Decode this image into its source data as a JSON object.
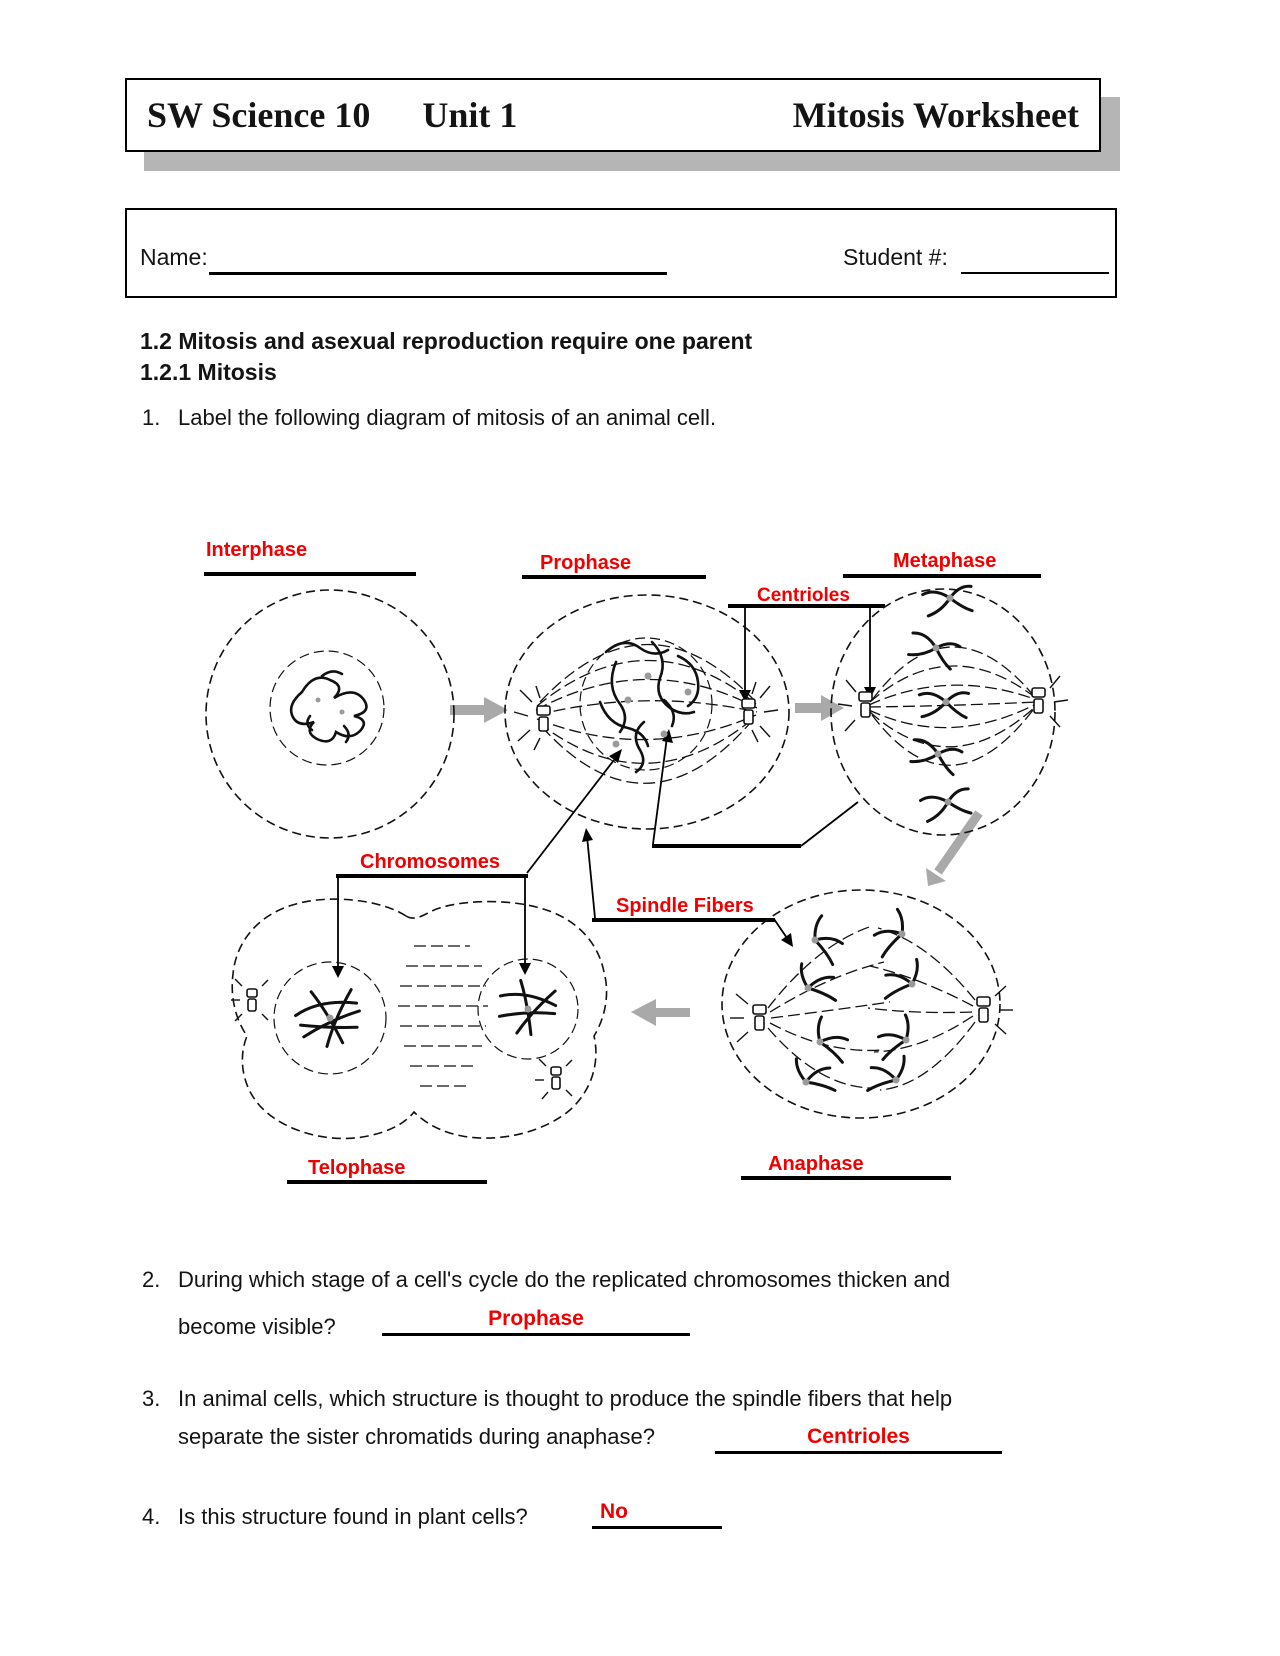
{
  "header": {
    "course": "SW Science 10",
    "unit": "Unit 1",
    "title": "Mitosis Worksheet"
  },
  "student_info": {
    "name_label": "Name:",
    "student_label": "Student #:"
  },
  "section": {
    "heading_line1": "1.2  Mitosis and asexual reproduction require one parent",
    "heading_line2": "1.2.1 Mitosis"
  },
  "questions": {
    "q1": {
      "number": "1.",
      "text": "Label the following diagram of mitosis of an animal cell."
    },
    "q2": {
      "number": "2.",
      "line1": "During which stage of a cell's cycle do the replicated chromosomes thicken and",
      "line2": "become visible?",
      "answer": "Prophase"
    },
    "q3": {
      "number": "3.",
      "line1": "In animal cells, which structure is thought to produce the spindle fibers that help",
      "line2": "separate the sister chromatids during anaphase?",
      "answer": "Centrioles"
    },
    "q4": {
      "number": "4.",
      "text": "Is this structure found in plant cells?",
      "answer": "No"
    }
  },
  "diagram": {
    "labels": {
      "interphase": "Interphase",
      "prophase": "Prophase",
      "metaphase": "Metaphase",
      "centrioles": "Centrioles",
      "chromosomes": "Chromosomes",
      "spindle_fibers": "Spindle Fibers",
      "telophase": "Telophase",
      "anaphase": "Anaphase"
    },
    "label_color": "#f00000",
    "stage_arrow_color": "#a9a9a9",
    "header_shadow_color": "#b5b5b5"
  }
}
